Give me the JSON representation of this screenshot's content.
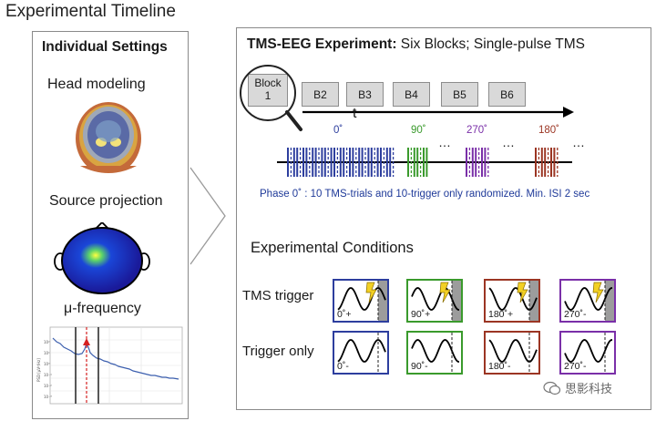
{
  "page_title": "Experimental Timeline",
  "left_panel": {
    "heading": "Individual Settings",
    "items": [
      {
        "label": "Head modeling"
      },
      {
        "label": "Source projection"
      },
      {
        "label": "μ-frequency"
      }
    ],
    "psd_plot": {
      "ylabel": "PSD [μV²/Hz]",
      "yticks": [
        "10²",
        "10¹",
        "10⁰",
        "10⁻¹",
        "10⁻²",
        "10⁻³"
      ]
    }
  },
  "right_panel": {
    "heading_bold": "TMS-EEG Experiment:",
    "heading_rest": " Six Blocks; Single-pulse TMS",
    "blocks": [
      "Block\n1",
      "B2",
      "B3",
      "B4",
      "B5",
      "B6"
    ],
    "time_axis_label": "t",
    "phases": [
      {
        "label": "0˚",
        "color": "#2d3e9e"
      },
      {
        "label": "90˚",
        "color": "#3a9a2c"
      },
      {
        "label": "270˚",
        "color": "#7a2fa8"
      },
      {
        "label": "180˚",
        "color": "#9b3523"
      }
    ],
    "ellipsis": "…",
    "note": "Phase 0˚ : 10 TMS-trials and 10-trigger only randomized. Min. ISI 2 sec"
  },
  "conditions": {
    "title": "Experimental Conditions",
    "rows": [
      {
        "label": "TMS trigger",
        "cells": [
          {
            "label": "0˚+",
            "color": "#2d3e9e",
            "phase": 0
          },
          {
            "label": "90˚+",
            "color": "#3a9a2c",
            "phase": 90
          },
          {
            "label": "180˚+",
            "color": "#9b3523",
            "phase": 180
          },
          {
            "label": "270˚-",
            "color": "#7a2fa8",
            "phase": 270
          }
        ]
      },
      {
        "label": "Trigger only",
        "cells": [
          {
            "label": "0˚-",
            "color": "#2d3e9e",
            "phase": 0
          },
          {
            "label": "90˚-",
            "color": "#3a9a2c",
            "phase": 90
          },
          {
            "label": "180˚-",
            "color": "#9b3523",
            "phase": 180
          },
          {
            "label": "270˚-",
            "color": "#7a2fa8",
            "phase": 270
          }
        ]
      }
    ]
  },
  "watermark": "思影科技"
}
